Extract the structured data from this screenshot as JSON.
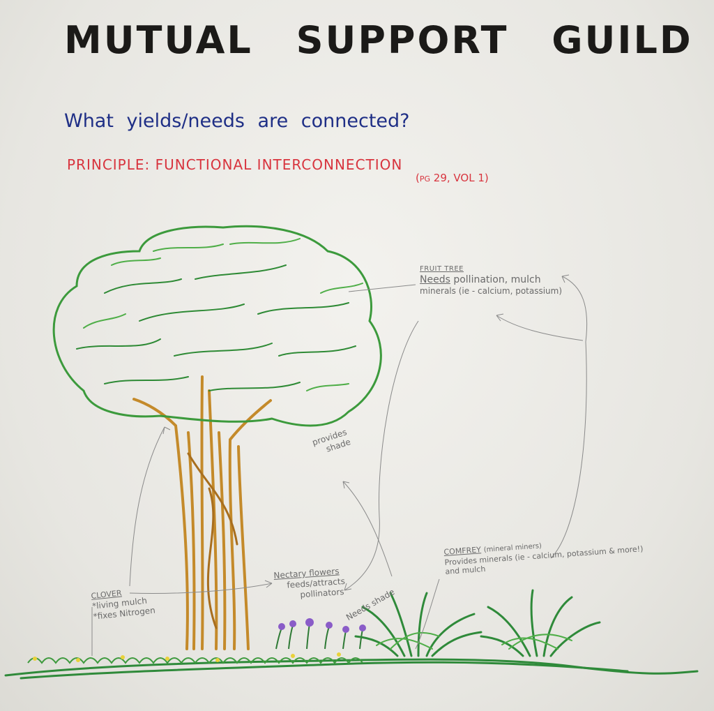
{
  "title": "MUTUAL SUPPORT GUILD",
  "question": "What yields/needs are connected?",
  "principle": "PRINCIPLE: FUNCTIONAL INTERCONNECTION",
  "principle_ref": "(pg 29, VOL 1)",
  "notes": {
    "fruit_tree": {
      "heading": "FRUIT TREE",
      "line1_lead": "Needs",
      "line1_rest": "pollination, mulch",
      "line2": "minerals (ie - calcium, potassium)"
    },
    "shade": {
      "line1": "provides",
      "line2": "shade"
    },
    "comfrey": {
      "heading": "COMFREY",
      "heading_note": "(mineral miners)",
      "line1": "Provides minerals (ie - calcium, potassium & more!)",
      "line2": "and mulch"
    },
    "nectary": {
      "line1": "Nectary flowers",
      "line2": "feeds/attracts",
      "line3": "pollinators"
    },
    "needs_shade": "Needs shade",
    "clover": {
      "heading": "CLOVER",
      "line1": "*living mulch",
      "line2": "*fixes Nitrogen"
    }
  },
  "colors": {
    "title": "#1b1a18",
    "question": "#1f2f86",
    "principle": "#d8343e",
    "canopy": "#3c9a3c",
    "trunk": "#c48a2a",
    "ground": "#2f8a3a",
    "pencil": "#7a7a7a",
    "flower": "#8a5cc8"
  }
}
